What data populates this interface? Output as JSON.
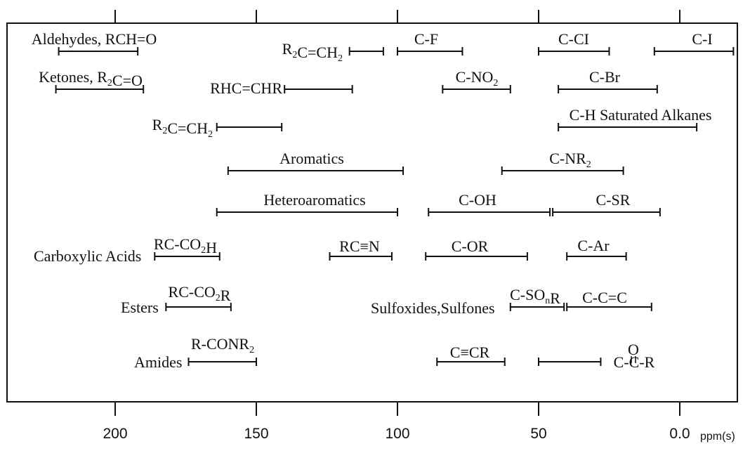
{
  "chart_data": {
    "type": "range",
    "x_axis": {
      "range": [
        238,
        -20
      ],
      "reversed": true,
      "ticks": [
        200,
        150,
        100,
        50,
        0
      ],
      "tick_labels": [
        "200",
        "150",
        "100",
        "50",
        "0.0"
      ],
      "unit": "ppm(s)"
    },
    "ranges": [
      {
        "id": "aldehydes",
        "label": "Aldehydes, RCH=O",
        "parts": [
          {
            "t": "Aldehydes, RCH=O"
          }
        ],
        "from": 220,
        "to": 192,
        "row": 1
      },
      {
        "id": "alkene-r2c-ch2-upper",
        "label": "R2C=CH2",
        "parts": [
          {
            "t": "R"
          },
          {
            "t": "2",
            "sub": true
          },
          {
            "t": "C=CH"
          },
          {
            "t": "2",
            "sub": true
          }
        ],
        "from": 117,
        "to": 105,
        "row": 1
      },
      {
        "id": "c-f",
        "label": "C-F",
        "parts": [
          {
            "t": "C-F"
          }
        ],
        "from": 100,
        "to": 77,
        "row": 1
      },
      {
        "id": "c-cl",
        "label": "C-CI",
        "parts": [
          {
            "t": "C-CI"
          }
        ],
        "from": 50,
        "to": 25,
        "row": 1
      },
      {
        "id": "c-i",
        "label": "C-I",
        "parts": [
          {
            "t": "C-I"
          }
        ],
        "from": 9,
        "to": -19,
        "row": 1
      },
      {
        "id": "ketones",
        "label": "Ketones, R2C=O",
        "parts": [
          {
            "t": "Ketones, R"
          },
          {
            "t": "2",
            "sub": true
          },
          {
            "t": "C=O"
          }
        ],
        "from": 221,
        "to": 190,
        "row": 2
      },
      {
        "id": "rhc-chr",
        "label": "RHC=CHR",
        "parts": [
          {
            "t": "RHC=CHR"
          }
        ],
        "from": 140,
        "to": 116,
        "row": 2
      },
      {
        "id": "c-no2",
        "label": "C-NO2",
        "parts": [
          {
            "t": "C-NO"
          },
          {
            "t": "2",
            "sub": true
          }
        ],
        "from": 84,
        "to": 60,
        "row": 2
      },
      {
        "id": "c-br",
        "label": "C-Br",
        "parts": [
          {
            "t": "C-Br"
          }
        ],
        "from": 43,
        "to": 8,
        "row": 2
      },
      {
        "id": "alkene-r2c-ch2-lower",
        "label": "R2C=CH2",
        "parts": [
          {
            "t": "R"
          },
          {
            "t": "2",
            "sub": true
          },
          {
            "t": "C=CH"
          },
          {
            "t": "2",
            "sub": true
          }
        ],
        "from": 164,
        "to": 141,
        "row": 3
      },
      {
        "id": "c-h-alkanes",
        "label": "C-H Saturated Alkanes",
        "parts": [
          {
            "t": "C-H Saturated Alkanes"
          }
        ],
        "from": 43,
        "to": -6,
        "row": 3
      },
      {
        "id": "aromatics",
        "label": "Aromatics",
        "parts": [
          {
            "t": "Aromatics"
          }
        ],
        "from": 160,
        "to": 98,
        "row": 4
      },
      {
        "id": "c-nr2",
        "label": "C-NR2",
        "parts": [
          {
            "t": "C-NR"
          },
          {
            "t": "2",
            "sub": true
          }
        ],
        "from": 63,
        "to": 20,
        "row": 4
      },
      {
        "id": "heteroaromatics",
        "label": "Heteroaromatics",
        "parts": [
          {
            "t": "Heteroaromatics"
          }
        ],
        "from": 164,
        "to": 100,
        "row": 5
      },
      {
        "id": "c-oh",
        "label": "C-OH",
        "parts": [
          {
            "t": "C-OH"
          }
        ],
        "from": 89,
        "to": 46,
        "row": 5
      },
      {
        "id": "c-sr",
        "label": "C-SR",
        "parts": [
          {
            "t": "C-SR"
          }
        ],
        "from": 45,
        "to": 7,
        "row": 5
      },
      {
        "id": "carboxylic-acids",
        "label": "RC-CO2H",
        "parts": [
          {
            "t": "RC-CO"
          },
          {
            "t": "2",
            "sub": true
          },
          {
            "t": "H"
          }
        ],
        "group": "Carboxylic Acids",
        "from": 186,
        "to": 163,
        "row": 6
      },
      {
        "id": "nitriles",
        "label": "RC≡N",
        "parts": [
          {
            "t": "RC≡N"
          }
        ],
        "from": 124,
        "to": 102,
        "row": 6
      },
      {
        "id": "c-or",
        "label": "C-OR",
        "parts": [
          {
            "t": "C-OR"
          }
        ],
        "from": 90,
        "to": 54,
        "row": 6
      },
      {
        "id": "c-ar",
        "label": "C-Ar",
        "parts": [
          {
            "t": "C-Ar"
          }
        ],
        "from": 40,
        "to": 19,
        "row": 6
      },
      {
        "id": "esters",
        "label": "RC-CO2R",
        "parts": [
          {
            "t": "RC-CO"
          },
          {
            "t": "2",
            "sub": true
          },
          {
            "t": "R"
          }
        ],
        "group": "Esters",
        "from": 182,
        "to": 159,
        "row": 7
      },
      {
        "id": "sulfoxides-sulfones",
        "label": "C-SOnR",
        "parts": [
          {
            "t": "C-SO"
          },
          {
            "t": "n",
            "sub": true
          },
          {
            "t": "R"
          }
        ],
        "group": "Sulfoxides,Sulfones",
        "from": 60,
        "to": 41,
        "row": 7
      },
      {
        "id": "c-c-c",
        "label": "C-C=C",
        "parts": [
          {
            "t": "C-C=C"
          }
        ],
        "from": 40,
        "to": 10,
        "row": 7
      },
      {
        "id": "amides",
        "label": "R-CONR2",
        "parts": [
          {
            "t": "R-CONR"
          },
          {
            "t": "2",
            "sub": true
          }
        ],
        "group": "Amides",
        "from": 174,
        "to": 150,
        "row": 8
      },
      {
        "id": "alkynes",
        "label": "C≡CR",
        "parts": [
          {
            "t": "C≡CR"
          }
        ],
        "from": 86,
        "to": 62,
        "row": 8
      },
      {
        "id": "carbonyl-alpha",
        "label": "C-C-R",
        "parts": [
          {
            "t": "C-C-R"
          }
        ],
        "from": 50,
        "to": 28,
        "row": 8
      }
    ],
    "group_labels": {
      "carboxylic-acids": "Carboxylic Acids",
      "esters": "Esters",
      "sulfoxides-sulfones": "Sulfoxides,Sulfones",
      "amides": "Amides"
    },
    "carbonyl_symbol": "O"
  }
}
